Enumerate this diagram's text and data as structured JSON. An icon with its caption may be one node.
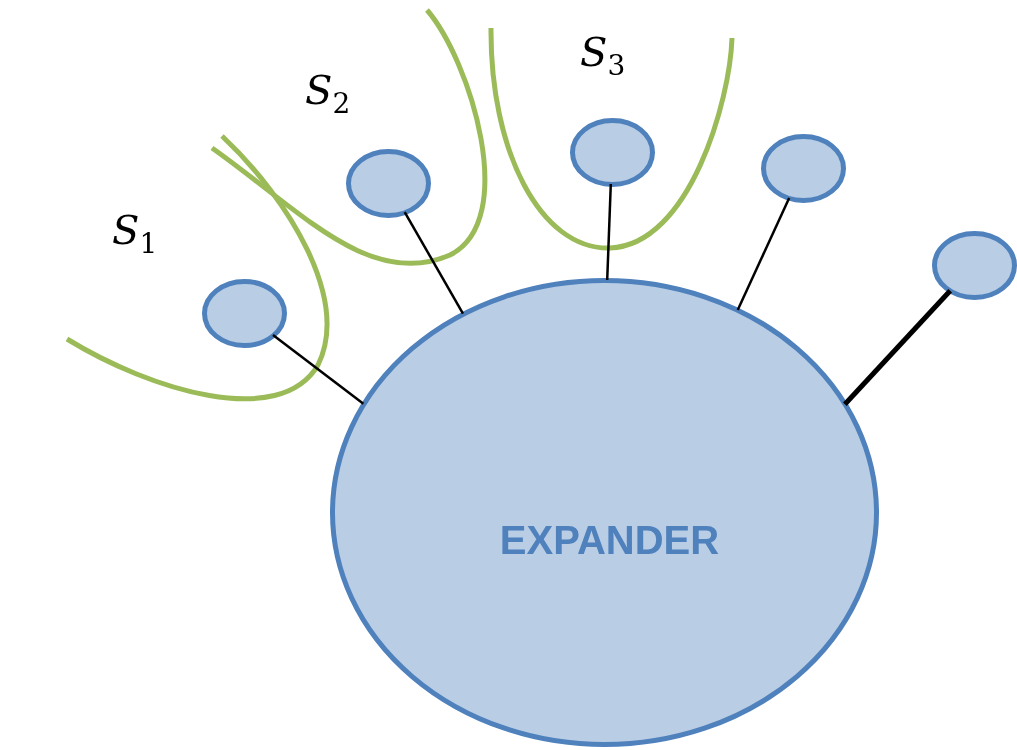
{
  "diagram": {
    "nodes": [
      {
        "text": [],
        "shape": "circle"
      },
      {
        "text": [],
        "shape": "circle"
      },
      {
        "text": [],
        "shape": "circle"
      },
      {
        "text": [],
        "shape": "circle"
      },
      {
        "text": [],
        "shape": "circle"
      },
      {
        "text": [
          "EXPANDER"
        ]
      }
    ],
    "edges": [
      {
        "from": 0,
        "to": 5,
        "arrow": "none"
      },
      {
        "from": 1,
        "to": 5,
        "arrow": "none"
      },
      {
        "from": 2,
        "to": 5,
        "arrow": "none"
      },
      {
        "from": 3,
        "to": 5,
        "arrow": "none"
      },
      {
        "from": 4,
        "to": 5,
        "arrow": "none",
        "style": "thick"
      }
    ],
    "labels": [
      "S$_{2}$",
      "S$_{3}$",
      "S$_{1}$"
    ]
  }
}
